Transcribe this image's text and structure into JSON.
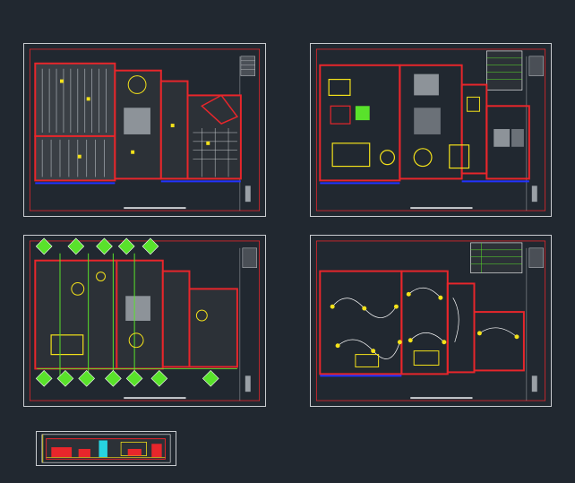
{
  "canvas": {
    "background": "#212830"
  },
  "colors": {
    "frame": "#c9ccd0",
    "wall": "#e8262b",
    "window": "#2233ff",
    "fixture": "#f4e21a",
    "hatch": "#9aa0a6",
    "plant": "#59e22b",
    "accent_white": "#ffffff",
    "cyan": "#27d3e0"
  },
  "sheets": [
    {
      "name": "ceiling-plan-sheet",
      "kind": "hatched-ceiling"
    },
    {
      "name": "furniture-plan-sheet",
      "kind": "furniture-layout"
    },
    {
      "name": "landscape-plan-sheet",
      "kind": "plant-layout"
    },
    {
      "name": "lighting-plan-sheet",
      "kind": "lighting-wiring"
    }
  ],
  "elevation_strip": {
    "name": "section-elevation-strip"
  }
}
